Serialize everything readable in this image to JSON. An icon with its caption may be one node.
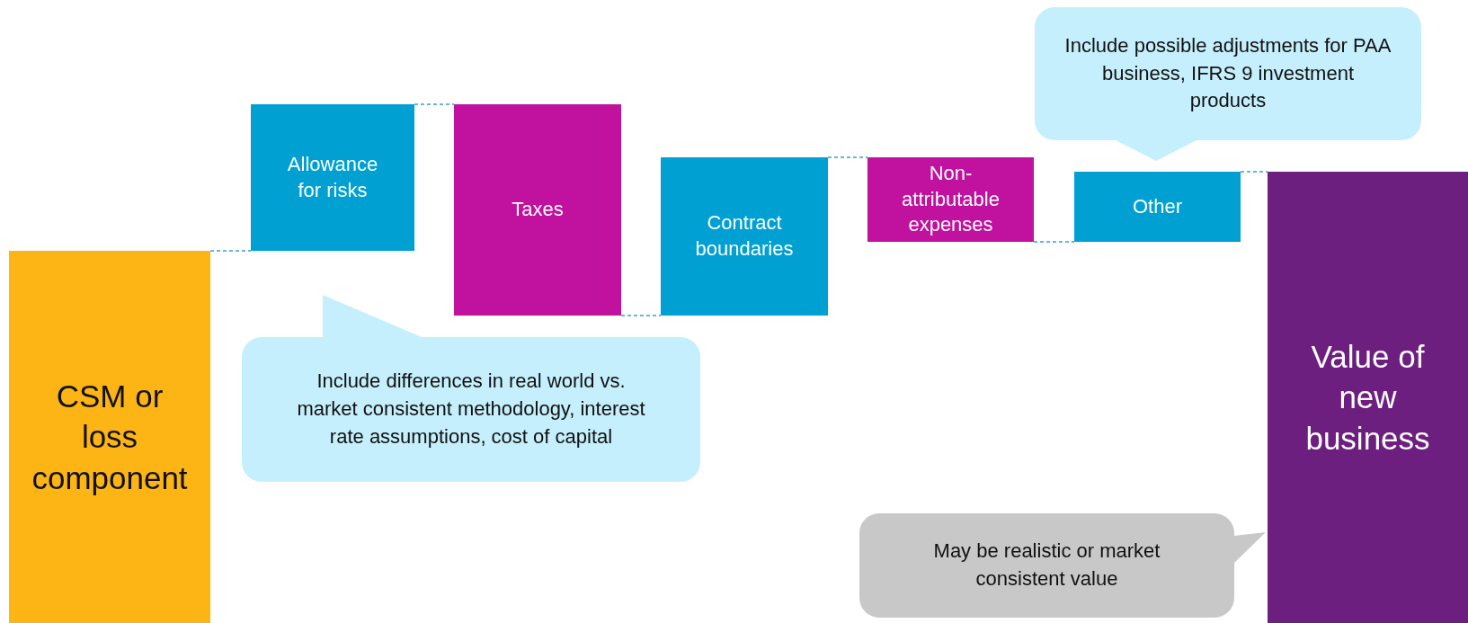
{
  "diagram": {
    "nodes": [
      {
        "text": [
          "CSM or loss component"
        ]
      },
      {
        "text": [
          "Allowance for risks"
        ]
      },
      {
        "text": [
          "Taxes"
        ]
      },
      {
        "text": [
          "Contract boundaries"
        ]
      },
      {
        "text": [
          "Non-attributable expenses"
        ]
      },
      {
        "text": [
          "Other"
        ]
      },
      {
        "text": [
          "Value of new business"
        ]
      },
      {
        "text": [
          "Include differences in real world vs. market consistent methodology, interest rate assumptions, cost of capital"
        ]
      },
      {
        "text": [
          "Include possible adjustments for PAA business, IFRS 9 investment products"
        ]
      },
      {
        "text": [
          "May be realistic or market consistent value"
        ]
      }
    ],
    "edges": [
      {
        "from": 0,
        "to": 1,
        "arrow": "none",
        "style": "dashed"
      },
      {
        "from": 1,
        "to": 2,
        "arrow": "none",
        "style": "dashed"
      },
      {
        "from": 2,
        "to": 3,
        "arrow": "none",
        "style": "dashed"
      },
      {
        "from": 3,
        "to": 4,
        "arrow": "none",
        "style": "dashed"
      },
      {
        "from": 4,
        "to": 5,
        "arrow": "none",
        "style": "dashed"
      },
      {
        "from": 5,
        "to": 6,
        "arrow": "none",
        "style": "dashed"
      }
    ]
  }
}
